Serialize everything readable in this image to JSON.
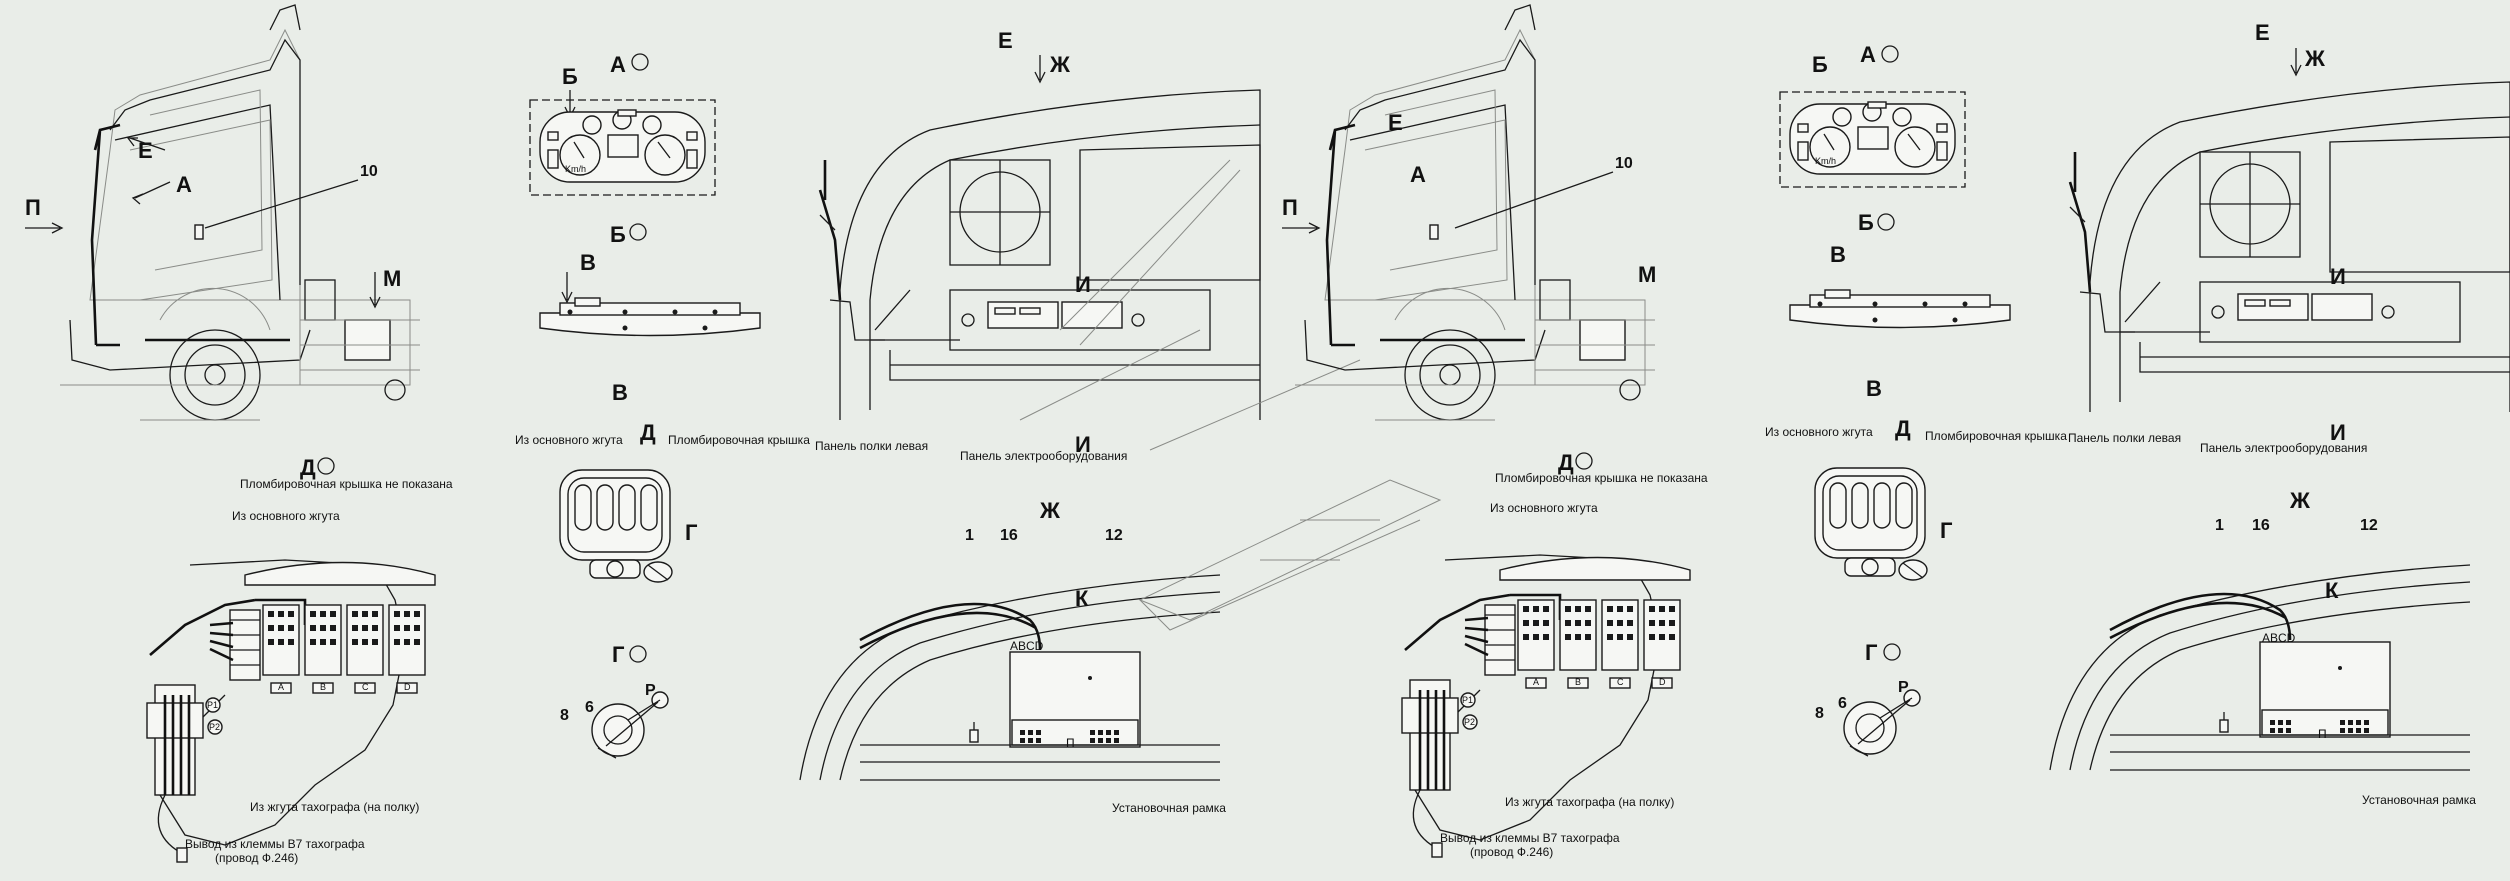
{
  "views": {
    "A": "А",
    "B": "Б",
    "V": "В",
    "G": "Г",
    "D": "Д",
    "E": "Е",
    "ZH": "Ж",
    "P_arrow": "П",
    "M": "М",
    "I": "И",
    "K": "К",
    "R": "Р"
  },
  "numbers": {
    "n10": "10",
    "n1": "1",
    "n16": "16",
    "n12": "12",
    "n8": "8",
    "n6": "6"
  },
  "labels": {
    "from_main_harness": "Из основного жгута",
    "sealing_cover": "Пломбировочная крышка",
    "sealing_cover_not_shown": "Пломбировочная крышка не показана",
    "shelf_panel_left": "Панель полки левая",
    "electrical_panel": "Панель электрооборудования",
    "from_tacho_harness": "Из жгута тахографа (на полку)",
    "b7_terminal_output": "Вывод из клеммы В7 тахографа",
    "wire_f246": "(провод Ф.246)",
    "mounting_frame": "Установочная рамка",
    "kmh": "Km/h",
    "abcd": "ABCD",
    "pin_a": "A",
    "pin_b": "B",
    "pin_c": "C",
    "pin_d": "D",
    "p1": "Р1",
    "p2": "Р2",
    "p": "П"
  },
  "colors": {
    "background": "#e9ede8",
    "ink": "#111111"
  }
}
